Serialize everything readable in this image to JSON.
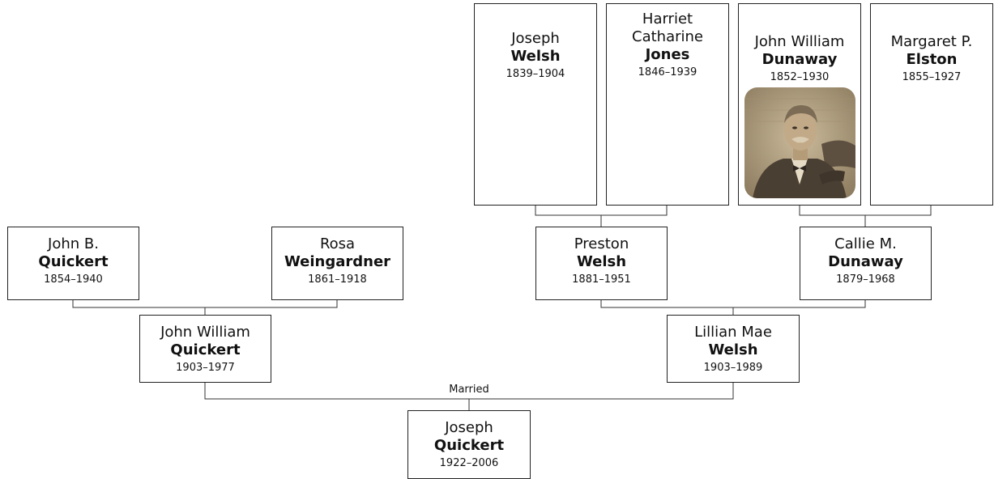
{
  "tree": {
    "married_label": "Married",
    "people": {
      "joseph_quickert": {
        "given": "Joseph",
        "surname": "Quickert",
        "years": "1922–2006"
      },
      "john_william_quickert": {
        "given": "John William",
        "surname": "Quickert",
        "years": "1903–1977"
      },
      "lillian_mae_welsh": {
        "given": "Lillian Mae",
        "surname": "Welsh",
        "years": "1903–1989"
      },
      "john_b_quickert": {
        "given": "John B.",
        "surname": "Quickert",
        "years": "1854–1940"
      },
      "rosa_weingardner": {
        "given": "Rosa",
        "surname": "Weingardner",
        "years": "1861–1918"
      },
      "preston_welsh": {
        "given": "Preston",
        "surname": "Welsh",
        "years": "1881–1951"
      },
      "callie_dunaway": {
        "given": "Callie M.",
        "surname": "Dunaway",
        "years": "1879–1968"
      },
      "joseph_welsh": {
        "given": "Joseph",
        "surname": "Welsh",
        "years": "1839–1904"
      },
      "harriet_jones": {
        "given": "Harriet Catharine",
        "surname": "Jones",
        "years": "1846–1939"
      },
      "john_william_dunaway": {
        "given": "John William",
        "surname": "Dunaway",
        "years": "1852–1930"
      },
      "margaret_elston": {
        "given": "Margaret P.",
        "surname": "Elston",
        "years": "1855–1927"
      }
    }
  },
  "colors": {
    "line": "#333333",
    "border": "#222222",
    "photo_sepia": "#b7a585"
  }
}
